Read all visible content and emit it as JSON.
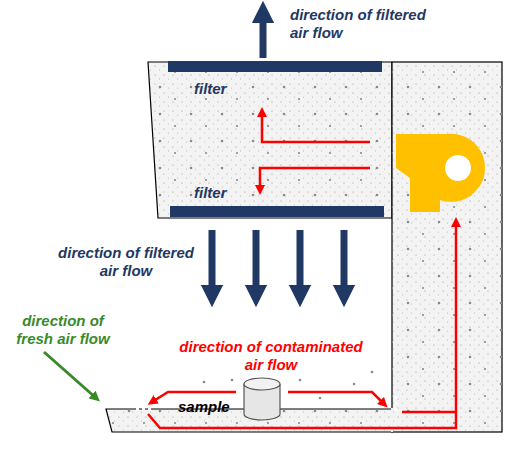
{
  "diagram": {
    "labels": [
      "direction of filtered air flow",
      "filter",
      "filter",
      "direction of filtered air flow",
      "direction of fresh air flow",
      "direction of contaminated air flow",
      "sample"
    ]
  }
}
